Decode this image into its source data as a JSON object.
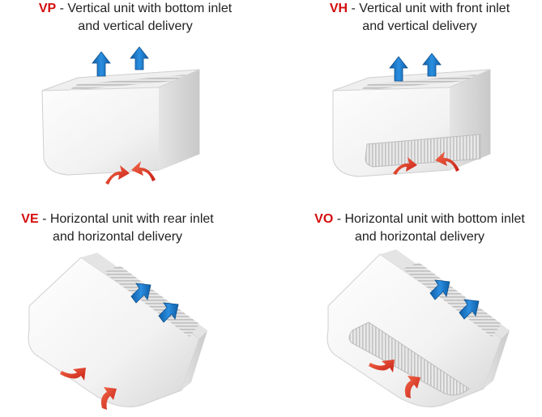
{
  "units": [
    {
      "code": "VP",
      "description_line1": " - Vertical unit with bottom inlet",
      "description_line2": "and vertical delivery",
      "icons": [
        "unit-illustration",
        "outlet-arrow-icon",
        "inlet-arrow-icon"
      ]
    },
    {
      "code": "VH",
      "description_line1": " - Vertical unit with front inlet",
      "description_line2": "and vertical delivery",
      "icons": [
        "unit-illustration",
        "outlet-arrow-icon",
        "inlet-arrow-icon"
      ]
    },
    {
      "code": "VE",
      "description_line1": " - Horizontal unit with rear inlet",
      "description_line2": "and horizontal delivery",
      "icons": [
        "unit-illustration",
        "outlet-arrow-icon",
        "inlet-arrow-icon"
      ]
    },
    {
      "code": "VO",
      "description_line1": " - Horizontal unit with bottom inlet",
      "description_line2": "and horizontal delivery",
      "icons": [
        "unit-illustration",
        "outlet-arrow-icon",
        "inlet-arrow-icon"
      ]
    }
  ],
  "colors": {
    "code_red": "#d40d0d",
    "outlet_arrow_blue": "#1877c8",
    "inlet_arrow_red": "#e8322a"
  }
}
